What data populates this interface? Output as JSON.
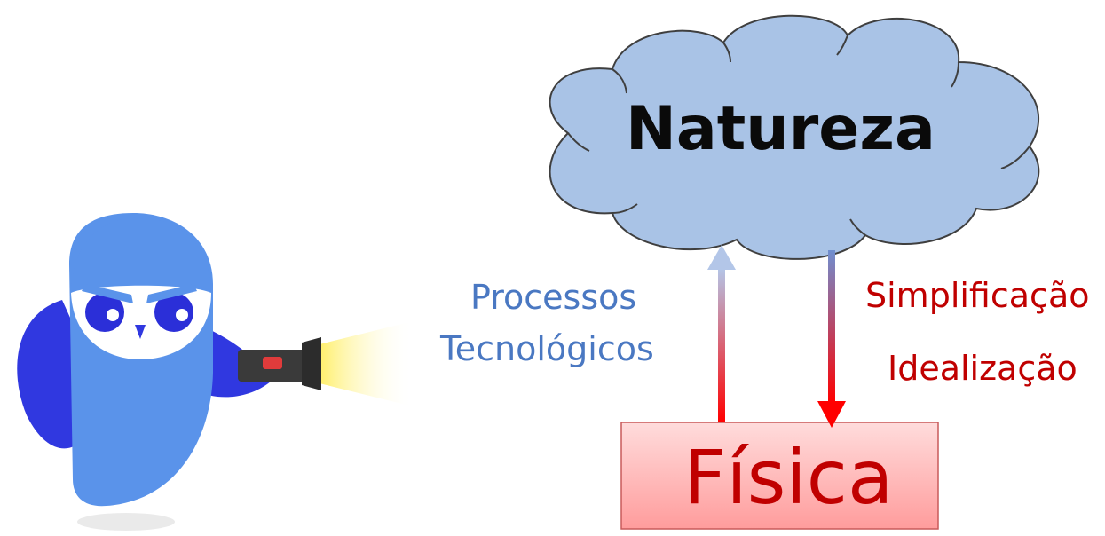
{
  "diagram": {
    "cloud_label": "Natureza",
    "box_label": "Física",
    "left_labels": [
      "Processos",
      "Tecnológicos"
    ],
    "right_labels": [
      "Simplificação",
      "Idealização"
    ]
  },
  "colors": {
    "cloud_fill": "#a9c3e6",
    "cloud_stroke": "#3f3f3f",
    "box_fill_top": "#ffd9d9",
    "box_fill_bottom": "#ff9a9a",
    "box_stroke": "#c95a5a",
    "blue_text": "#4a78c2",
    "red_text": "#c00000",
    "arrow_red": "#ff0000",
    "owl_blue": "#4f8fe8",
    "owl_dark_blue": "#3038e0",
    "flashlight_beam": "#fff27a"
  },
  "icons": {
    "mascot": "owl-with-flashlight-icon"
  }
}
